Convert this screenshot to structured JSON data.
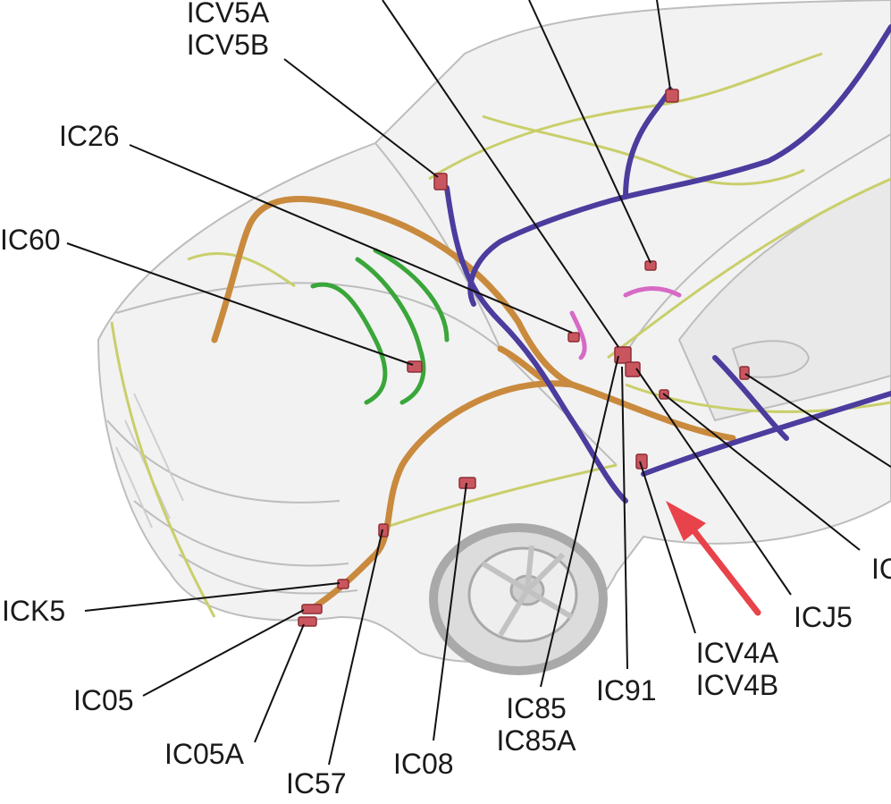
{
  "diagram": {
    "type": "vehicle-wiring-harness-connector-locations",
    "colors": {
      "body_outline": "#b9b9b9",
      "body_fill": "#f1f1f1",
      "harness_orange": "#c98a3e",
      "harness_purple": "#4b3c9e",
      "harness_green": "#3aa63a",
      "harness_yellow": "#c9cf6a",
      "harness_pink": "#d66ac5",
      "connector_red": "#c9565f",
      "arrow_red": "#e8424a",
      "leader_line": "#111111"
    },
    "callouts": {
      "icv5": {
        "line1": "ICV5A",
        "line2": "ICV5B"
      },
      "ic26": {
        "line1": "IC26"
      },
      "ic60": {
        "line1": "IC60"
      },
      "ick5": {
        "line1": "ICK5"
      },
      "ic05": {
        "line1": "IC05"
      },
      "ic05a": {
        "line1": "IC05A"
      },
      "ic57": {
        "line1": "IC57"
      },
      "ic08": {
        "line1": "IC08"
      },
      "ic85": {
        "line1": "IC85",
        "line2": "IC85A"
      },
      "ic91": {
        "line1": "IC91"
      },
      "icv4": {
        "line1": "ICV4A",
        "line2": "ICV4B"
      },
      "icj5": {
        "line1": "ICJ5"
      },
      "ic_cut": {
        "line1": "IC"
      }
    }
  }
}
